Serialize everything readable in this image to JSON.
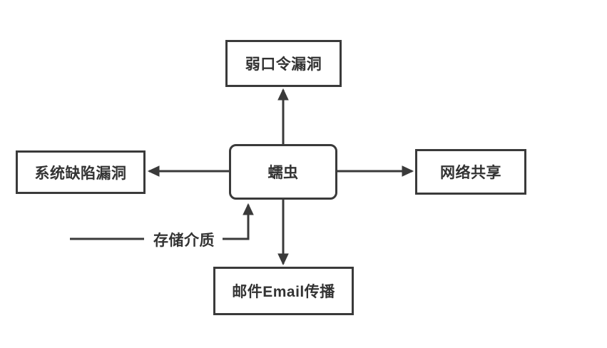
{
  "diagram": {
    "center_node": {
      "label": "蠕虫"
    },
    "top_node": {
      "label": "弱口令漏洞"
    },
    "left_node": {
      "label": "系统缺陷漏洞"
    },
    "right_node": {
      "label": "网络共享"
    },
    "bottom_node": {
      "label": "邮件Email传播"
    },
    "storage_edge": {
      "label": "存储介质"
    },
    "colors": {
      "stroke": "#3a3a3a",
      "text": "#333333",
      "background": "#ffffff"
    }
  }
}
